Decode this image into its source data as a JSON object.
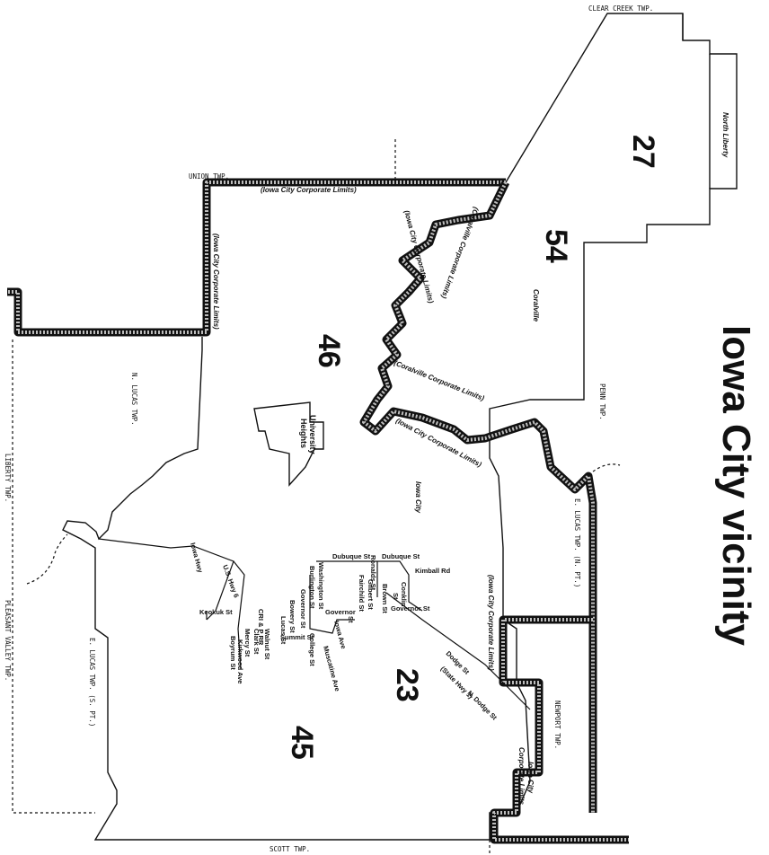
{
  "title": "Iowa City vicinity",
  "districts": {
    "d27": "27",
    "d54": "54",
    "d46": "46",
    "d23": "23",
    "d45": "45"
  },
  "townships": {
    "clear_creek": "CLEAR CREEK TWP.",
    "union": "UNION TWP.",
    "n_lucas": "N. LUCAS TWP.",
    "penn": "PENN TWP.",
    "e_lucas_n": "E. LUCAS TWP. (N. PT.)",
    "e_lucas_s": "E. LUCAS TWP. (S. PT.)",
    "newport": "NEWPORT TWP.",
    "liberty": "LIBERTY TWP.",
    "pleasant_valley": "PLEASANT VALLEY TWP.",
    "scott": "SCOTT TWP."
  },
  "places": {
    "north_liberty": "North Liberty",
    "coralville": "Coralville",
    "university_heights_1": "University",
    "university_heights_2": "Heights",
    "iowa_city": "Iowa City"
  },
  "limits": {
    "ic_top": "(Iowa City Corporate Limits)",
    "ic_left": "(Iowa City Corporate Limits)",
    "ic_a": "(Iowa City Corporate Limits)",
    "cor_a": "(Coralville Corporate Limits)",
    "cor_b": "(Coralville Corporate Limits)",
    "ic_b": "(Iowa City Corporate Limits)",
    "ic_right": "(Iowa City Corporate Limits)",
    "ic_corner_1": "Iowa City",
    "ic_corner_2": "Corporate Limits"
  },
  "streets": {
    "dubuque_1": "Dubuque St",
    "dubuque_2": "Dubuque St",
    "ronalds": "Ronalds St",
    "kimball": "Kimball Rd",
    "fairchild": "Fairchild St",
    "gilbert": "Gilbert St",
    "brown": "Brown St",
    "conklin": "Conklin",
    "conklin_2": "St",
    "governor_1": "Governor St",
    "governor_2": "Governor St",
    "governor_3": "Governor",
    "governor_3b": "St",
    "washington": "Washington St",
    "burlington": "Burlington St",
    "bowery": "Bowery St",
    "lucas": "Lucas St",
    "summit": "Summit St",
    "iowa_ave": "Iowa Ave",
    "college": "College St",
    "muscatine": "Muscatine Ave",
    "keokuk": "Keokuk St",
    "crip": "CRI & P RR",
    "walnut": "Walnut St",
    "clark": "Clark St",
    "mercy": "Mercy St",
    "boyrum": "Boyrum St",
    "kirkwood": "Kirkwood Ave",
    "dodge": "Dodge St",
    "state_hwy": "(State Hwy 1)",
    "n_dodge": "N. Dodge St",
    "iowa_hwy": "Iowa Hwy",
    "us_hwy": "U.S. Hwy 6"
  }
}
